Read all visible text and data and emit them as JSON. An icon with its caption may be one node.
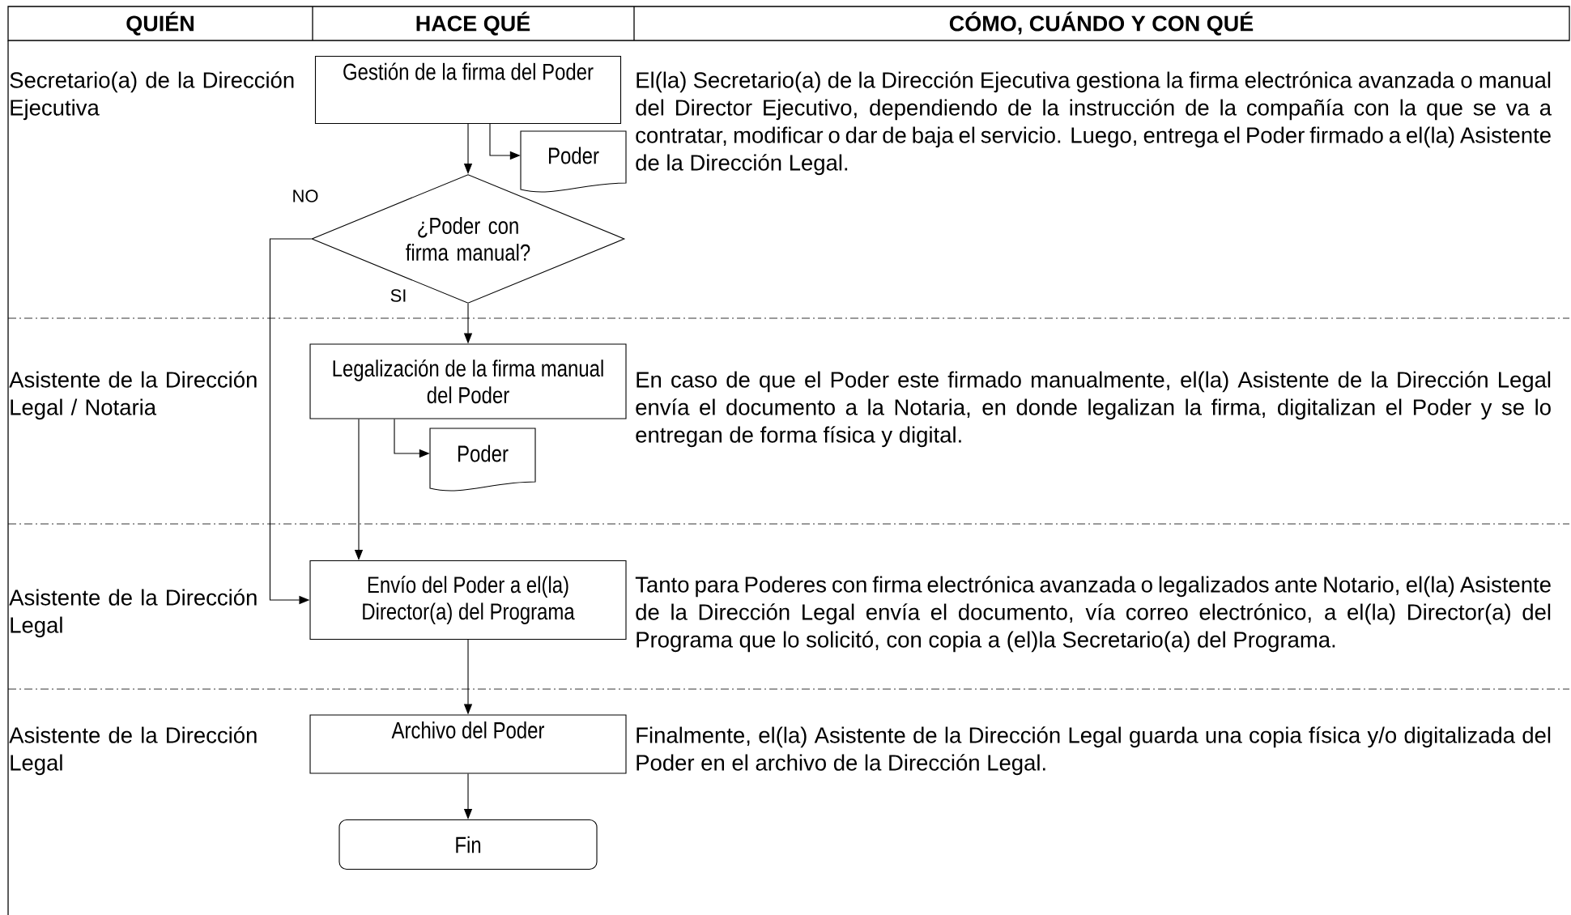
{
  "diagram": {
    "nodes": [
      {
        "text": [
          "Gestión de la firma del Poder"
        ]
      },
      {
        "text": [
          "Poder"
        ]
      },
      {
        "text": [
          "¿Poder con firma manual?"
        ]
      },
      {
        "text": [
          "Legalización de la firma manual del Poder"
        ]
      },
      {
        "text": [
          "Poder"
        ]
      },
      {
        "text": [
          "Envío del Poder a el(la) Director(a) del Programa"
        ]
      },
      {
        "text": [
          "Archivo del Poder"
        ]
      },
      {
        "text": [
          "Fin"
        ]
      }
    ],
    "edges": [
      {
        "from": 0,
        "to": 2,
        "arrow": "to"
      },
      {
        "from": 0,
        "to": 1,
        "arrow": "to"
      },
      {
        "from": 2,
        "to": 3,
        "arrow": "to",
        "label": "SI"
      },
      {
        "from": 2,
        "to": 5,
        "arrow": "to",
        "label": "NO"
      },
      {
        "from": 3,
        "to": 4,
        "arrow": "to"
      },
      {
        "from": 3,
        "to": 5,
        "arrow": "to"
      },
      {
        "from": 5,
        "to": 6,
        "arrow": "to"
      },
      {
        "from": 6,
        "to": 7,
        "arrow": "to"
      }
    ],
    "labels": [
      "QUIÉN",
      "HACE QUÉ",
      "CÓMO, CUÁNDO Y CON QUÉ",
      "Secretario(a) de la Dirección Ejecutiva",
      "El(la) Secretario(a) de la Dirección Ejecutiva gestiona la firma electrónica avanzada o manual del Director Ejecutivo, dependiendo de la instrucción de la compañía con la que se va a contratar, modificar o dar de baja el servicio. Luego, entrega el Poder firmado a el(la) Asistente de la Dirección Legal.",
      "Asistente de la Dirección Legal / Notaria",
      "En caso de que el Poder este firmado manualmente, el(la) Asistente de la Dirección Legal envía el documento a la Notaria, en donde legalizan la firma, digitalizan el Poder y se lo entregan de forma física y digital.",
      "Asistente de la Dirección Legal",
      "Tanto para Poderes con firma electrónica avanzada o legalizados ante Notario, el(la) Asistente de la Dirección Legal envía el documento, vía correo electrónico, a el(la) Director(a) del Programa que lo solicitó, con copia a (el)la Secretario(a) del Programa.",
      "Asistente de la Dirección Legal",
      "Finalmente, el(la) Asistente de la Dirección Legal guarda una copia física y/o digitalizada del Poder en el archivo de la Dirección Legal."
    ]
  }
}
